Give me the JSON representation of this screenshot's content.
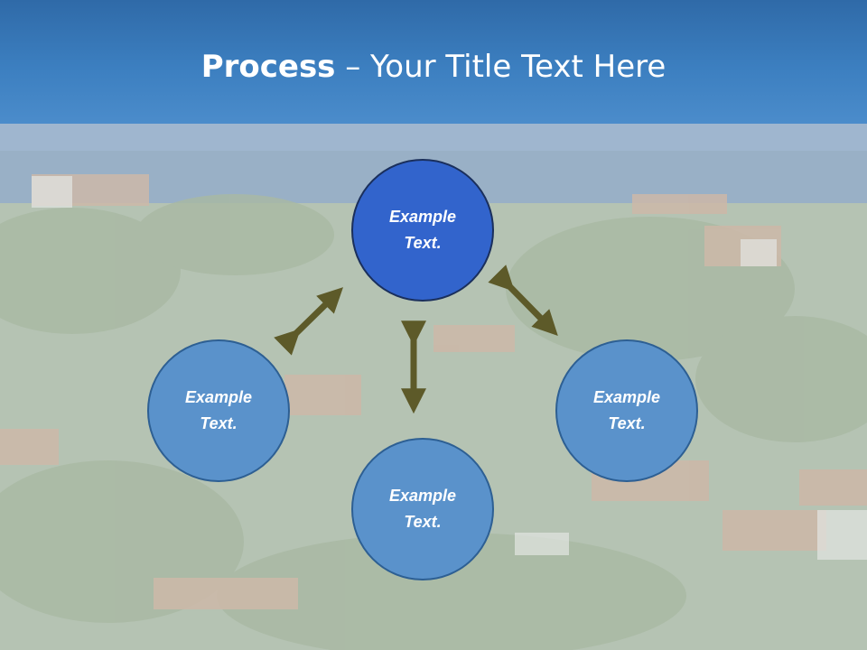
{
  "slide": {
    "title_bold": "Process",
    "title_rest": " – Your Title Text Here"
  },
  "diagram": {
    "nodes": {
      "top": "Example Text.",
      "left": "Example Text.",
      "right": "Example Text.",
      "bottom": "Example Text."
    }
  },
  "colors": {
    "header": "#3c7fc0",
    "center_node": "#3264cc",
    "outer_node": "#5a92cb",
    "arrow": "#5d5a29"
  }
}
